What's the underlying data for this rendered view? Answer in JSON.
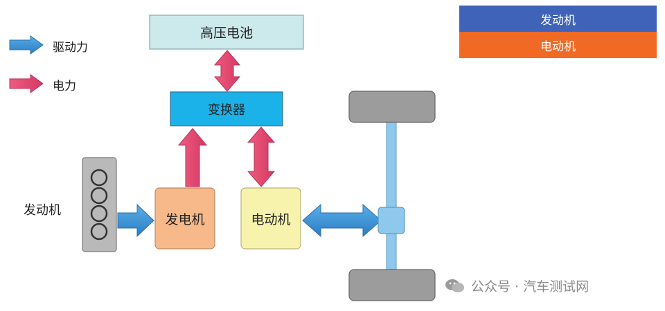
{
  "legend": {
    "drive_force": {
      "label": "驱动力",
      "color": "#3a8fd0"
    },
    "electric_power": {
      "label": "电力",
      "color": "#e0456f"
    }
  },
  "components": {
    "battery": "高压电池",
    "converter": "变换器",
    "engine": "发动机",
    "generator": "发电机",
    "motor": "电动机"
  },
  "key": {
    "engine": {
      "label": "发动机",
      "color": "#3e63b8"
    },
    "motor": {
      "label": "电动机",
      "color": "#f06a25"
    }
  },
  "watermark": "公众号 · 汽车测试网"
}
